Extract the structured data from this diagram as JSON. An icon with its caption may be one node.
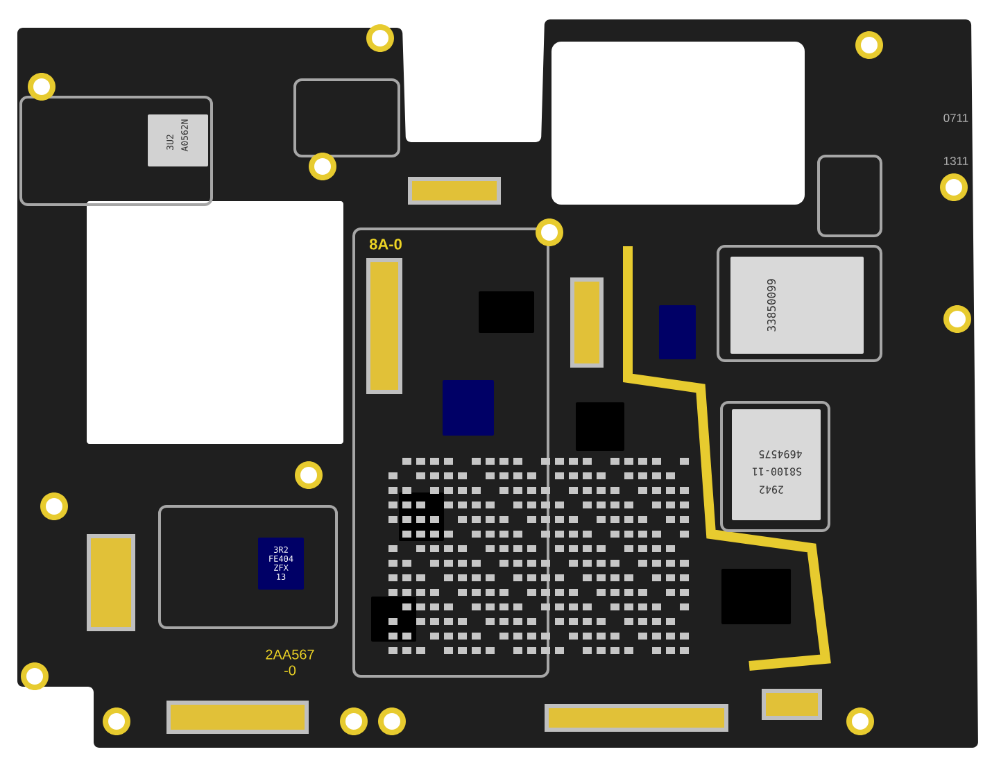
{
  "diagram": {
    "labels": [
      "0711",
      "1311",
      "A0562N",
      "3U2",
      "8A-0",
      "33850099",
      "4694575",
      "S8100-11",
      "2942",
      "3R2 FE404 ZFX 13",
      "2AA567 -0"
    ]
  }
}
